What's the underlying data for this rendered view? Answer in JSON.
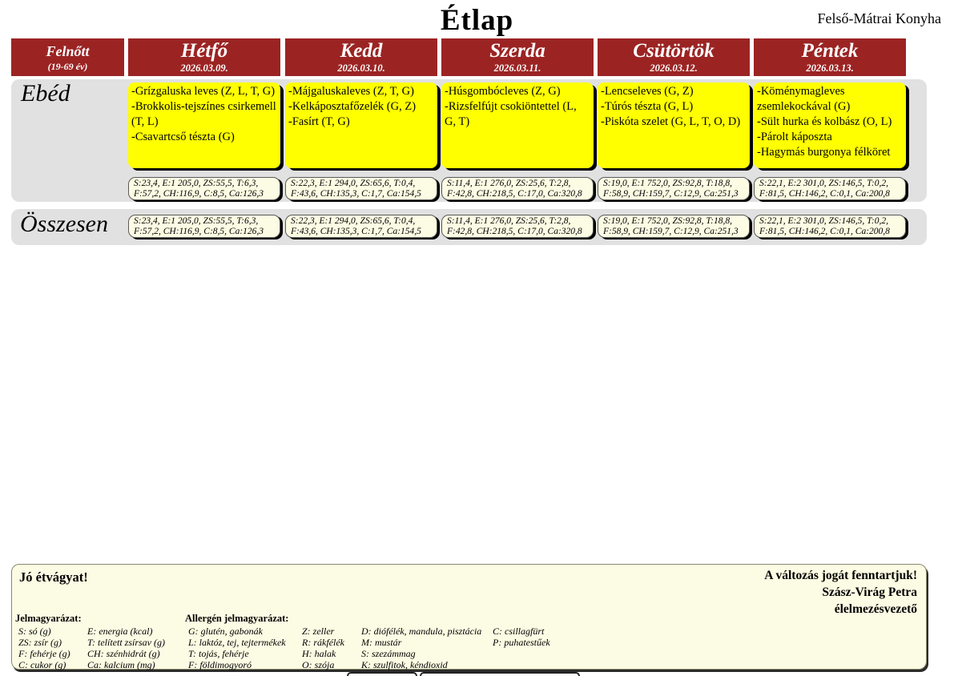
{
  "page": {
    "title": "Étlap",
    "kitchen": "Felső-Mátrai Konyha"
  },
  "header": {
    "audience": {
      "label": "Felnőtt",
      "age_range": "(19-69 év)"
    },
    "days": [
      {
        "name": "Hétfő",
        "date": "2026.03.09."
      },
      {
        "name": "Kedd",
        "date": "2026.03.10."
      },
      {
        "name": "Szerda",
        "date": "2026.03.11."
      },
      {
        "name": "Csütörtök",
        "date": "2026.03.12."
      },
      {
        "name": "Péntek",
        "date": "2026.03.13."
      }
    ]
  },
  "lunch": {
    "label": "Ebéd",
    "columns": [
      {
        "items": [
          "-Grízgaluska leves (Z, L, T, G)",
          "-Brokkolis-tejszínes csirkemell  (T, L)",
          "-Csavartcső tészta (G)"
        ],
        "nutrition": {
          "line1": "S:23,4, E:1 205,0, ZS:55,5, T:6,3,",
          "line2": "F:57,2, CH:116,9, C:8,5, Ca:126,3"
        }
      },
      {
        "items": [
          "-Májgaluskaleves (Z, T, G)",
          "-Kelkáposztafőzelék (G, Z)",
          "-Fasírt  (T, G)"
        ],
        "nutrition": {
          "line1": "S:22,3, E:1 294,0, ZS:65,6, T:0,4,",
          "line2": "F:43,6, CH:135,3, C:1,7, Ca:154,5"
        }
      },
      {
        "items": [
          "-Húsgombócleves  (Z, G)",
          "-Rizsfelfújt csokiöntettel  (L, G, T)"
        ],
        "nutrition": {
          "line1": "S:11,4, E:1 276,0, ZS:25,6, T:2,8,",
          "line2": "F:42,8, CH:218,5, C:17,0, Ca:320,8"
        }
      },
      {
        "items": [
          "-Lencseleves (G, Z)",
          "-Túrós tészta  (G, L)",
          "-Piskóta szelet  (G, L, T, O, D)"
        ],
        "nutrition": {
          "line1": "S:19,0, E:1 752,0, ZS:92,8, T:18,8,",
          "line2": "F:58,9, CH:159,7, C:12,9, Ca:251,3"
        }
      },
      {
        "items": [
          "-Köménymagleves zsemlekockával (G)",
          "-Sült hurka és kolbász (O, L)",
          "-Párolt káposzta",
          "-Hagymás burgonya félköret"
        ],
        "nutrition": {
          "line1": "S:22,1, E:2 301,0, ZS:146,5, T:0,2,",
          "line2": "F:81,5, CH:146,2, C:0,1, Ca:200,8"
        }
      }
    ]
  },
  "total": {
    "label": "Összesen",
    "columns": [
      {
        "line1": "S:23,4, E:1 205,0, ZS:55,5, T:6,3,",
        "line2": "F:57,2, CH:116,9, C:8,5, Ca:126,3"
      },
      {
        "line1": "S:22,3, E:1 294,0, ZS:65,6, T:0,4,",
        "line2": "F:43,6, CH:135,3, C:1,7, Ca:154,5"
      },
      {
        "line1": "S:11,4, E:1 276,0, ZS:25,6, T:2,8,",
        "line2": "F:42,8, CH:218,5, C:17,0, Ca:320,8"
      },
      {
        "line1": "S:19,0, E:1 752,0, ZS:92,8, T:18,8,",
        "line2": "F:58,9, CH:159,7, C:12,9, Ca:251,3"
      },
      {
        "line1": "S:22,1, E:2 301,0, ZS:146,5, T:0,2,",
        "line2": "F:81,5, CH:146,2, C:0,1, Ca:200,8"
      }
    ]
  },
  "footer": {
    "bon_appetit": "Jó étvágyat!",
    "rights": "A változás jogát fenntartjuk!",
    "signature_name": "Szász-Virág Petra",
    "signature_role": "élelmezésvezető",
    "legend_title": "Jelmagyarázat:",
    "legend_col1": [
      "S: só (g)",
      "ZS: zsír (g)",
      "F: fehérje (g)",
      "C: cukor (g)"
    ],
    "legend_col2": [
      "E: energia (kcal)",
      "T: telített zsírsav (g)",
      "CH: szénhidrát (g)",
      "Ca: kalcium (mg)"
    ],
    "allergen_title": "Allergén jelmagyarázat:",
    "allergen_col1": [
      "G: glutén, gabonák",
      "L: laktóz, tej, tejtermékek",
      "T: tojás, fehérje",
      "F: földimogyoró"
    ],
    "allergen_col2": [
      "Z: zeller",
      "R: rákfélék",
      "H: halak",
      "O: szója"
    ],
    "allergen_col3": [
      "D: diófélék, mandula, pisztácia",
      "M: mustár",
      "S: szezámmag",
      "K: szulfitok, kéndioxid"
    ],
    "allergen_col4": [
      "C: csillagfürt",
      "P: puhatestűek"
    ]
  }
}
